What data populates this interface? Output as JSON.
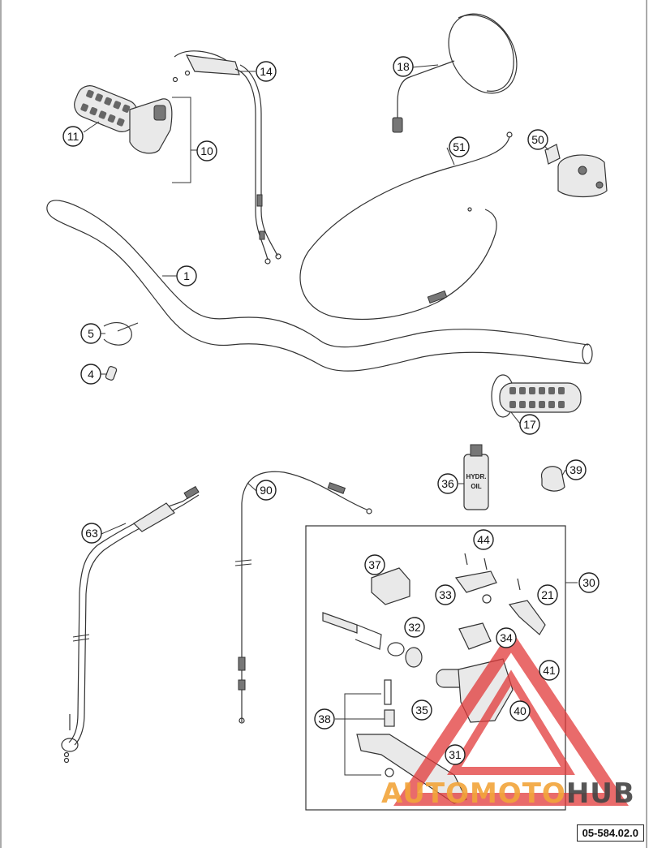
{
  "diagram_code": "05-584.02.0",
  "watermark": {
    "part1": "AUTOMOTO",
    "part2": "HUB",
    "triangle_color": "#e23a3a",
    "text_color_1": "#f2a53a",
    "text_color_2": "#444444"
  },
  "callouts": [
    {
      "id": "1",
      "label": "1"
    },
    {
      "id": "4",
      "label": "4"
    },
    {
      "id": "5",
      "label": "5"
    },
    {
      "id": "10",
      "label": "10"
    },
    {
      "id": "11",
      "label": "11"
    },
    {
      "id": "14",
      "label": "14"
    },
    {
      "id": "17",
      "label": "17"
    },
    {
      "id": "18",
      "label": "18"
    },
    {
      "id": "21",
      "label": "21"
    },
    {
      "id": "30",
      "label": "30"
    },
    {
      "id": "31",
      "label": "31"
    },
    {
      "id": "32",
      "label": "32"
    },
    {
      "id": "33",
      "label": "33"
    },
    {
      "id": "34",
      "label": "34"
    },
    {
      "id": "35",
      "label": "35"
    },
    {
      "id": "36",
      "label": "36"
    },
    {
      "id": "37",
      "label": "37"
    },
    {
      "id": "38",
      "label": "38"
    },
    {
      "id": "39",
      "label": "39"
    },
    {
      "id": "40",
      "label": "40"
    },
    {
      "id": "41",
      "label": "41"
    },
    {
      "id": "44",
      "label": "44"
    },
    {
      "id": "50",
      "label": "50"
    },
    {
      "id": "51",
      "label": "51"
    },
    {
      "id": "63",
      "label": "63"
    },
    {
      "id": "90",
      "label": "90"
    }
  ],
  "bottle_label": {
    "line1": "HYDR.",
    "line2": "OIL"
  }
}
